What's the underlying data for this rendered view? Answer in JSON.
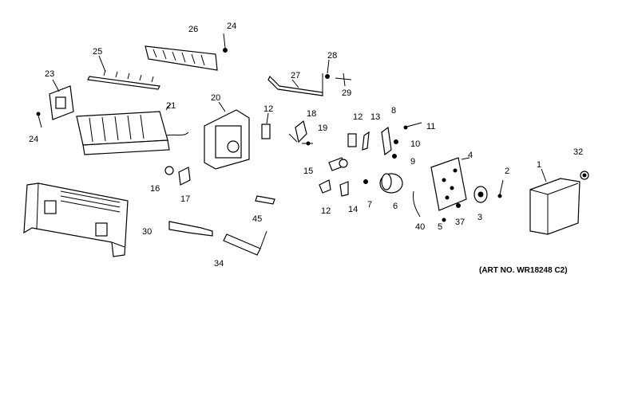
{
  "diagram": {
    "art_number": "(ART NO. WR18248 C2)",
    "part_labels": {
      "p1": "1",
      "p2": "2",
      "p3": "3",
      "p4": "4",
      "p5": "5",
      "p6": "6",
      "p7": "7",
      "p8": "8",
      "p9": "9",
      "p10": "10",
      "p11": "11",
      "p12a": "12",
      "p12b": "12",
      "p12c": "12",
      "p13": "13",
      "p14": "14",
      "p15": "15",
      "p16": "16",
      "p17": "17",
      "p18": "18",
      "p19": "19",
      "p20": "20",
      "p21": "21",
      "p23": "23",
      "p24a": "24",
      "p24b": "24",
      "p25": "25",
      "p26": "26",
      "p27": "27",
      "p28": "28",
      "p29": "29",
      "p30": "30",
      "p32": "32",
      "p34": "34",
      "p37": "37",
      "p40": "40",
      "p45": "45"
    }
  }
}
